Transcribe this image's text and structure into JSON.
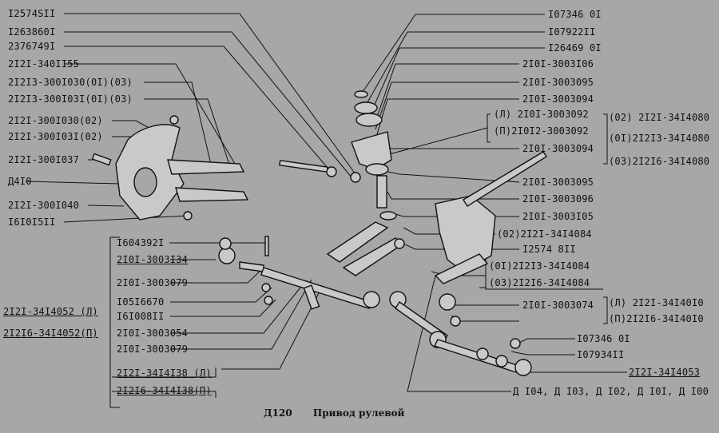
{
  "left_labels": [
    "I2574SII",
    "I263860I",
    "2376749I",
    "2I2I-340II55",
    "2I2I3-300I030(0I)(03)",
    "2I2I3-300I03I(0I)(03)",
    "2I2I-300I030(02)",
    "2I2I-300I03I(02)",
    "2I2I-300I037",
    "Д4I0",
    "2I2I-300I040",
    "I6I0I5II"
  ],
  "center_labels": [
    "I604392I",
    "2I0I-3003I34",
    "2I0I-3003079",
    "I05I6670",
    "I6I008II",
    "2I0I-3003054",
    "2I0I-3003079",
    "2I2I-34I4I38 (Л)",
    "2I2I6-34I4I38(П)"
  ],
  "far_left_labels": [
    "2I2I-34I4052 (Л)",
    "2I2I6-34I4052(П)"
  ],
  "right_labels": [
    "I07346 0I",
    "I07922II",
    "I26469 0I",
    "2I0I-3003I06",
    "2I0I-3003095",
    "2I0I-3003094",
    "(Л) 2I0I-3003092",
    "(П)2I0I2-3003092",
    "2I0I-3003094",
    "2I0I-3003095",
    "2I0I-3003096",
    "2I0I-3003I05",
    "(02)2I2I-34I4084",
    "I2574 8II",
    "(0I)2I2I3-34I4084",
    "(03)2I2I6-34I4084",
    "2I0I-3003074",
    "I07346 0I",
    "I07934II",
    "2I2I-34I4053",
    "Д I04, Д I03, Д I02, Д I0I, Д I00"
  ],
  "far_right_labels": [
    "(02) 2I2I-34I4080",
    "(0I)2I2I3-34I4080",
    "(03)2I2I6-34I4080",
    "(Л) 2I2I-34I40I0",
    "(П)2I2I6-34I40I0"
  ],
  "caption": {
    "code": "Д120",
    "title": "Привод рулевой"
  }
}
